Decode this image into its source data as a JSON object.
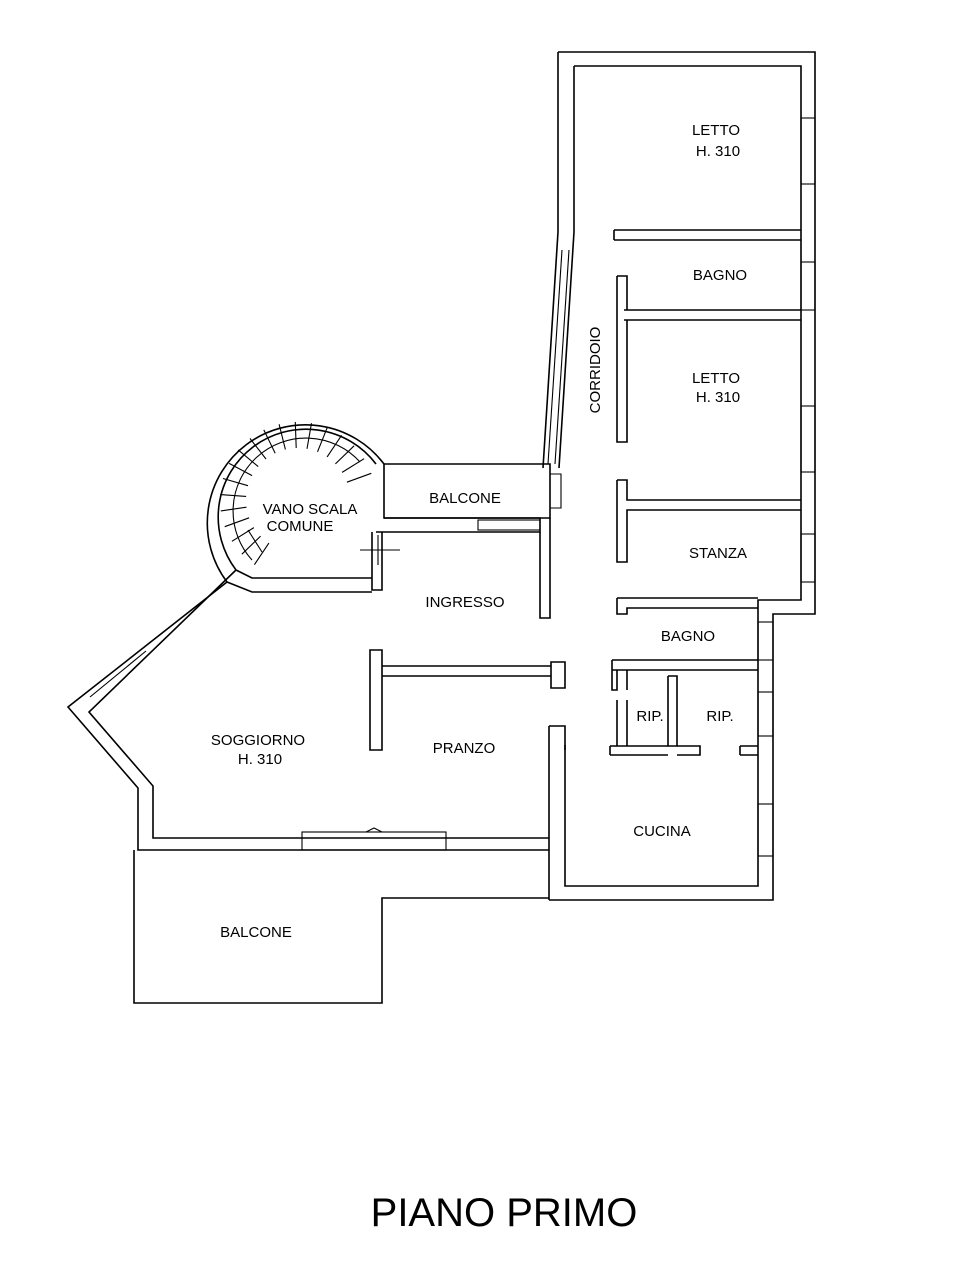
{
  "rooms": {
    "letto_1": {
      "name": "LETTO",
      "height": "H. 310"
    },
    "bagno_1": {
      "name": "BAGNO"
    },
    "corridoio": {
      "name": "CORRIDOIO"
    },
    "letto_2": {
      "name": "LETTO",
      "height": "H. 310"
    },
    "balcone_top": {
      "name": "BALCONE"
    },
    "vano_scala": {
      "name_line1": "VANO SCALA",
      "name_line2": "COMUNE"
    },
    "stanza": {
      "name": "STANZA"
    },
    "ingresso": {
      "name": "INGRESSO"
    },
    "bagno_2": {
      "name": "BAGNO"
    },
    "rip_1": {
      "name": "RIP."
    },
    "rip_2": {
      "name": "RIP."
    },
    "soggiorno": {
      "name": "SOGGIORNO",
      "height": "H. 310"
    },
    "pranzo": {
      "name": "PRANZO"
    },
    "cucina": {
      "name": "CUCINA"
    },
    "balcone_bottom": {
      "name": "BALCONE"
    }
  },
  "title": "PIANO PRIMO"
}
